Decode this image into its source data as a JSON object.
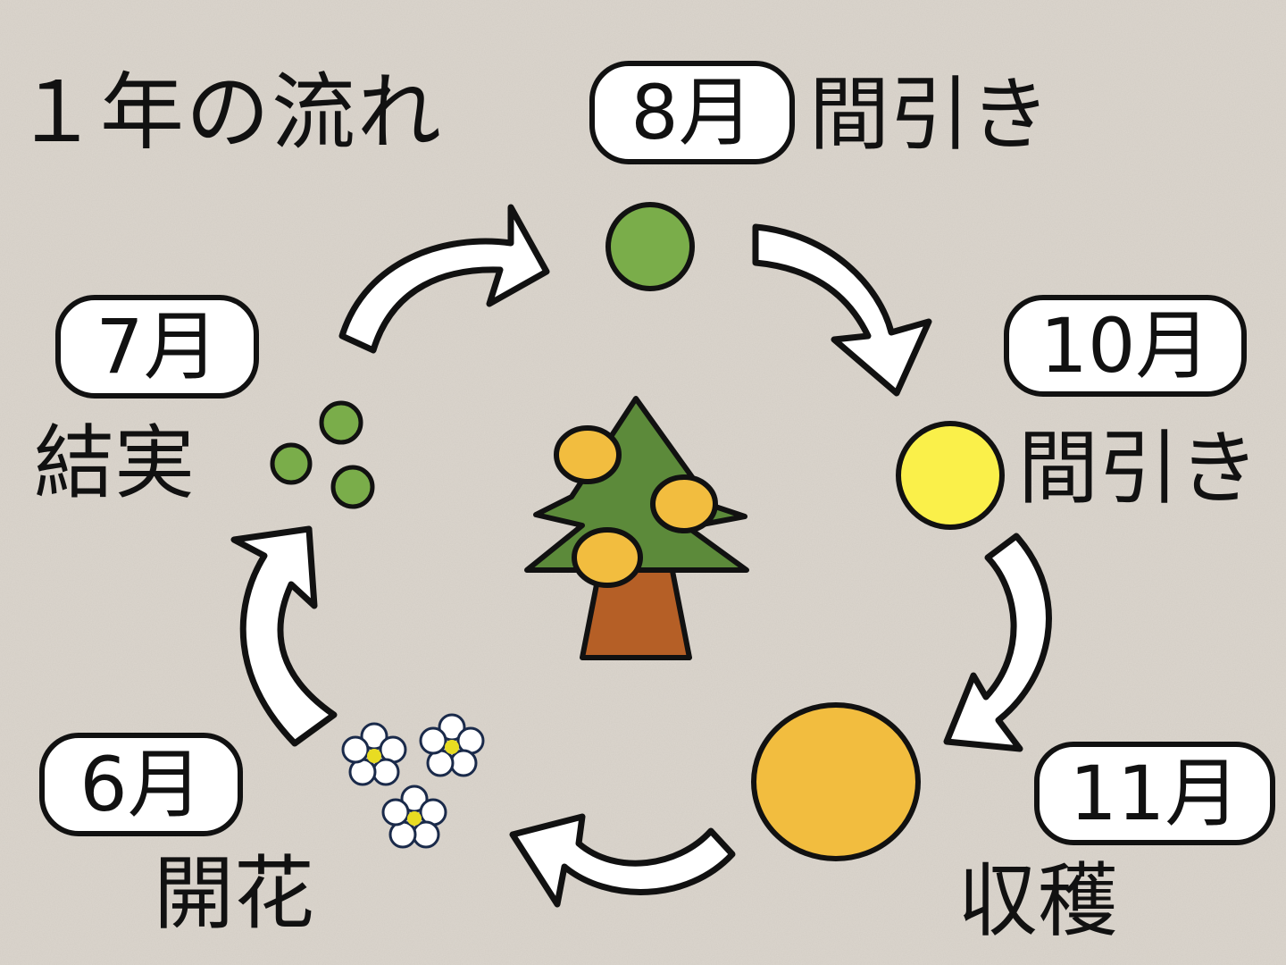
{
  "title": "１年の流れ",
  "colors": {
    "background": "#dcd6ce",
    "green_fruit": "#7aad4a",
    "yellow_fruit": "#faf04a",
    "orange_fruit": "#f2bd3f",
    "tree_leaves": "#5c8a3a",
    "tree_trunk": "#b55f26",
    "flower_center": "#e8dc22",
    "flower_petal": "#ffffff"
  },
  "stages": [
    {
      "month": "6月",
      "label": "開花",
      "icon": "flowers-icon"
    },
    {
      "month": "7月",
      "label": "結実",
      "icon": "small-green-fruits-icon"
    },
    {
      "month": "8月",
      "label": "間引き",
      "icon": "green-fruit-icon"
    },
    {
      "month": "10月",
      "label": "間引き",
      "icon": "yellow-fruit-icon"
    },
    {
      "month": "11月",
      "label": "収穫",
      "icon": "orange-fruit-icon"
    }
  ],
  "center_icon": "tree-icon"
}
